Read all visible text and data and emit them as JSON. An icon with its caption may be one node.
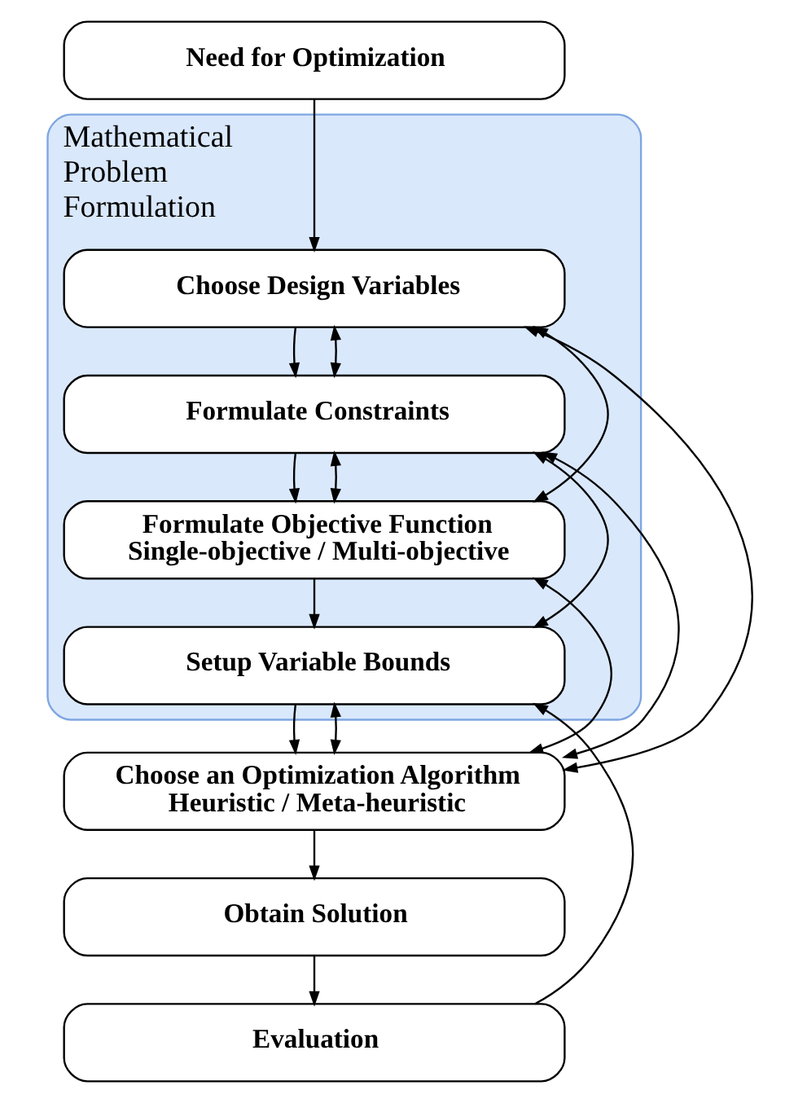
{
  "diagram": {
    "nodes": [
      {
        "text": [
          "Need for Optimization"
        ]
      },
      {
        "text": [
          "Mathematical Problem Formulation"
        ]
      },
      {
        "text": [
          "Choose Design Variables"
        ],
        "in": 1
      },
      {
        "text": [
          "Formulate Constraints"
        ],
        "in": 1
      },
      {
        "text": [
          "Formulate Objective Function",
          "Single-objective / Multi-objective"
        ],
        "in": 1
      },
      {
        "text": [
          "Setup Variable Bounds"
        ],
        "in": 1
      },
      {
        "text": [
          "Choose an Optimization Algorithm",
          "Heuristic / Meta-heuristic"
        ]
      },
      {
        "text": [
          "Obtain Solution"
        ]
      },
      {
        "text": [
          "Evaluation"
        ]
      }
    ],
    "edges": [
      {
        "from": 0,
        "to": 2,
        "arrow": "to"
      },
      {
        "from": 2,
        "to": 3,
        "arrow": "to"
      },
      {
        "from": 3,
        "to": 4,
        "arrow": "to"
      },
      {
        "from": 4,
        "to": 5,
        "arrow": "to"
      },
      {
        "from": 5,
        "to": 6,
        "arrow": "to"
      },
      {
        "from": 6,
        "to": 7,
        "arrow": "to"
      },
      {
        "from": 7,
        "to": 8,
        "arrow": "to"
      },
      {
        "from": 2,
        "to": 4,
        "arrow": "both"
      },
      {
        "from": 3,
        "to": 4,
        "arrow": "both"
      },
      {
        "from": 8,
        "to": 5,
        "arrow": "to"
      },
      {
        "from": 2,
        "to": 6,
        "arrow": "both"
      },
      {
        "from": 2,
        "to": 3,
        "arrow": "both"
      },
      {
        "from": 3,
        "to": 6,
        "arrow": "both"
      },
      {
        "from": 3,
        "to": 5,
        "arrow": "both"
      },
      {
        "from": 4,
        "to": 6,
        "arrow": "both"
      },
      {
        "from": 5,
        "to": 6,
        "arrow": "both"
      }
    ]
  }
}
